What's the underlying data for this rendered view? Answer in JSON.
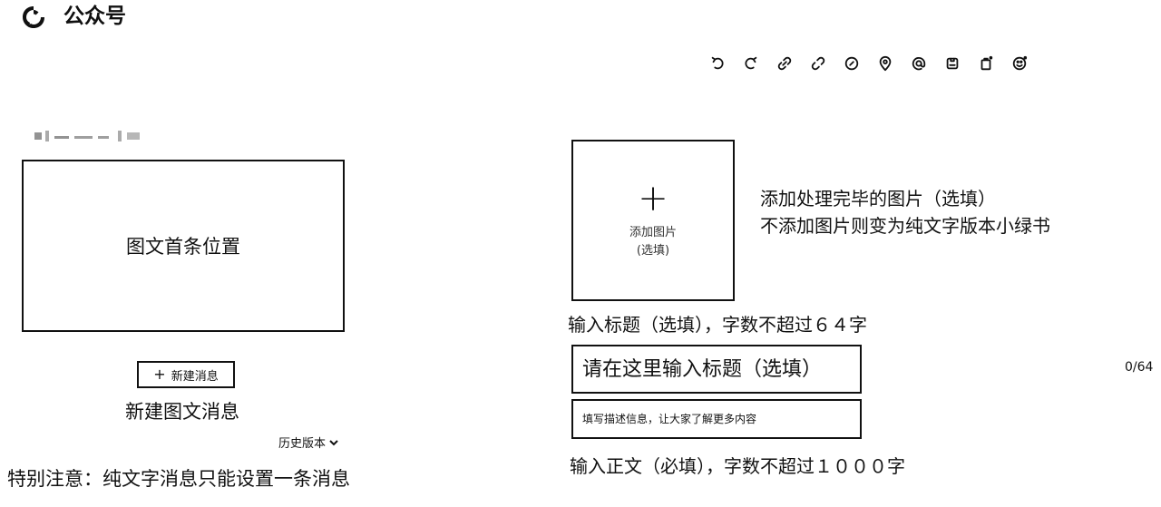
{
  "app": {
    "logo_text": "公众号"
  },
  "toolbar": {
    "icons": [
      "undo-icon",
      "redo-icon",
      "link-icon",
      "unlink-icon",
      "emoji-link-icon",
      "location-icon",
      "mention-icon",
      "save-icon",
      "clipboard-icon",
      "emoji-icon"
    ]
  },
  "left": {
    "cover_label": "图文首条位置",
    "new_button_label": "新建消息",
    "new_caption": "新建图文消息",
    "history_label": "历史版本",
    "note": "特别注意：纯文字消息只能设置一条消息"
  },
  "right": {
    "image_box_label": "添加图片",
    "image_box_sublabel": "(选填)",
    "image_note_line1": "添加处理完毕的图片（选填）",
    "image_note_line2": "不添加图片则变为纯文字版本小绿书",
    "title_instruction": "输入标题（选填），字数不超过６４字",
    "title_placeholder": "请在这里输入标题（选填）",
    "title_count": "0/64",
    "desc_placeholder": "填写描述信息，让大家了解更多内容",
    "body_instruction": "输入正文（必填），字数不超过１０００字"
  }
}
